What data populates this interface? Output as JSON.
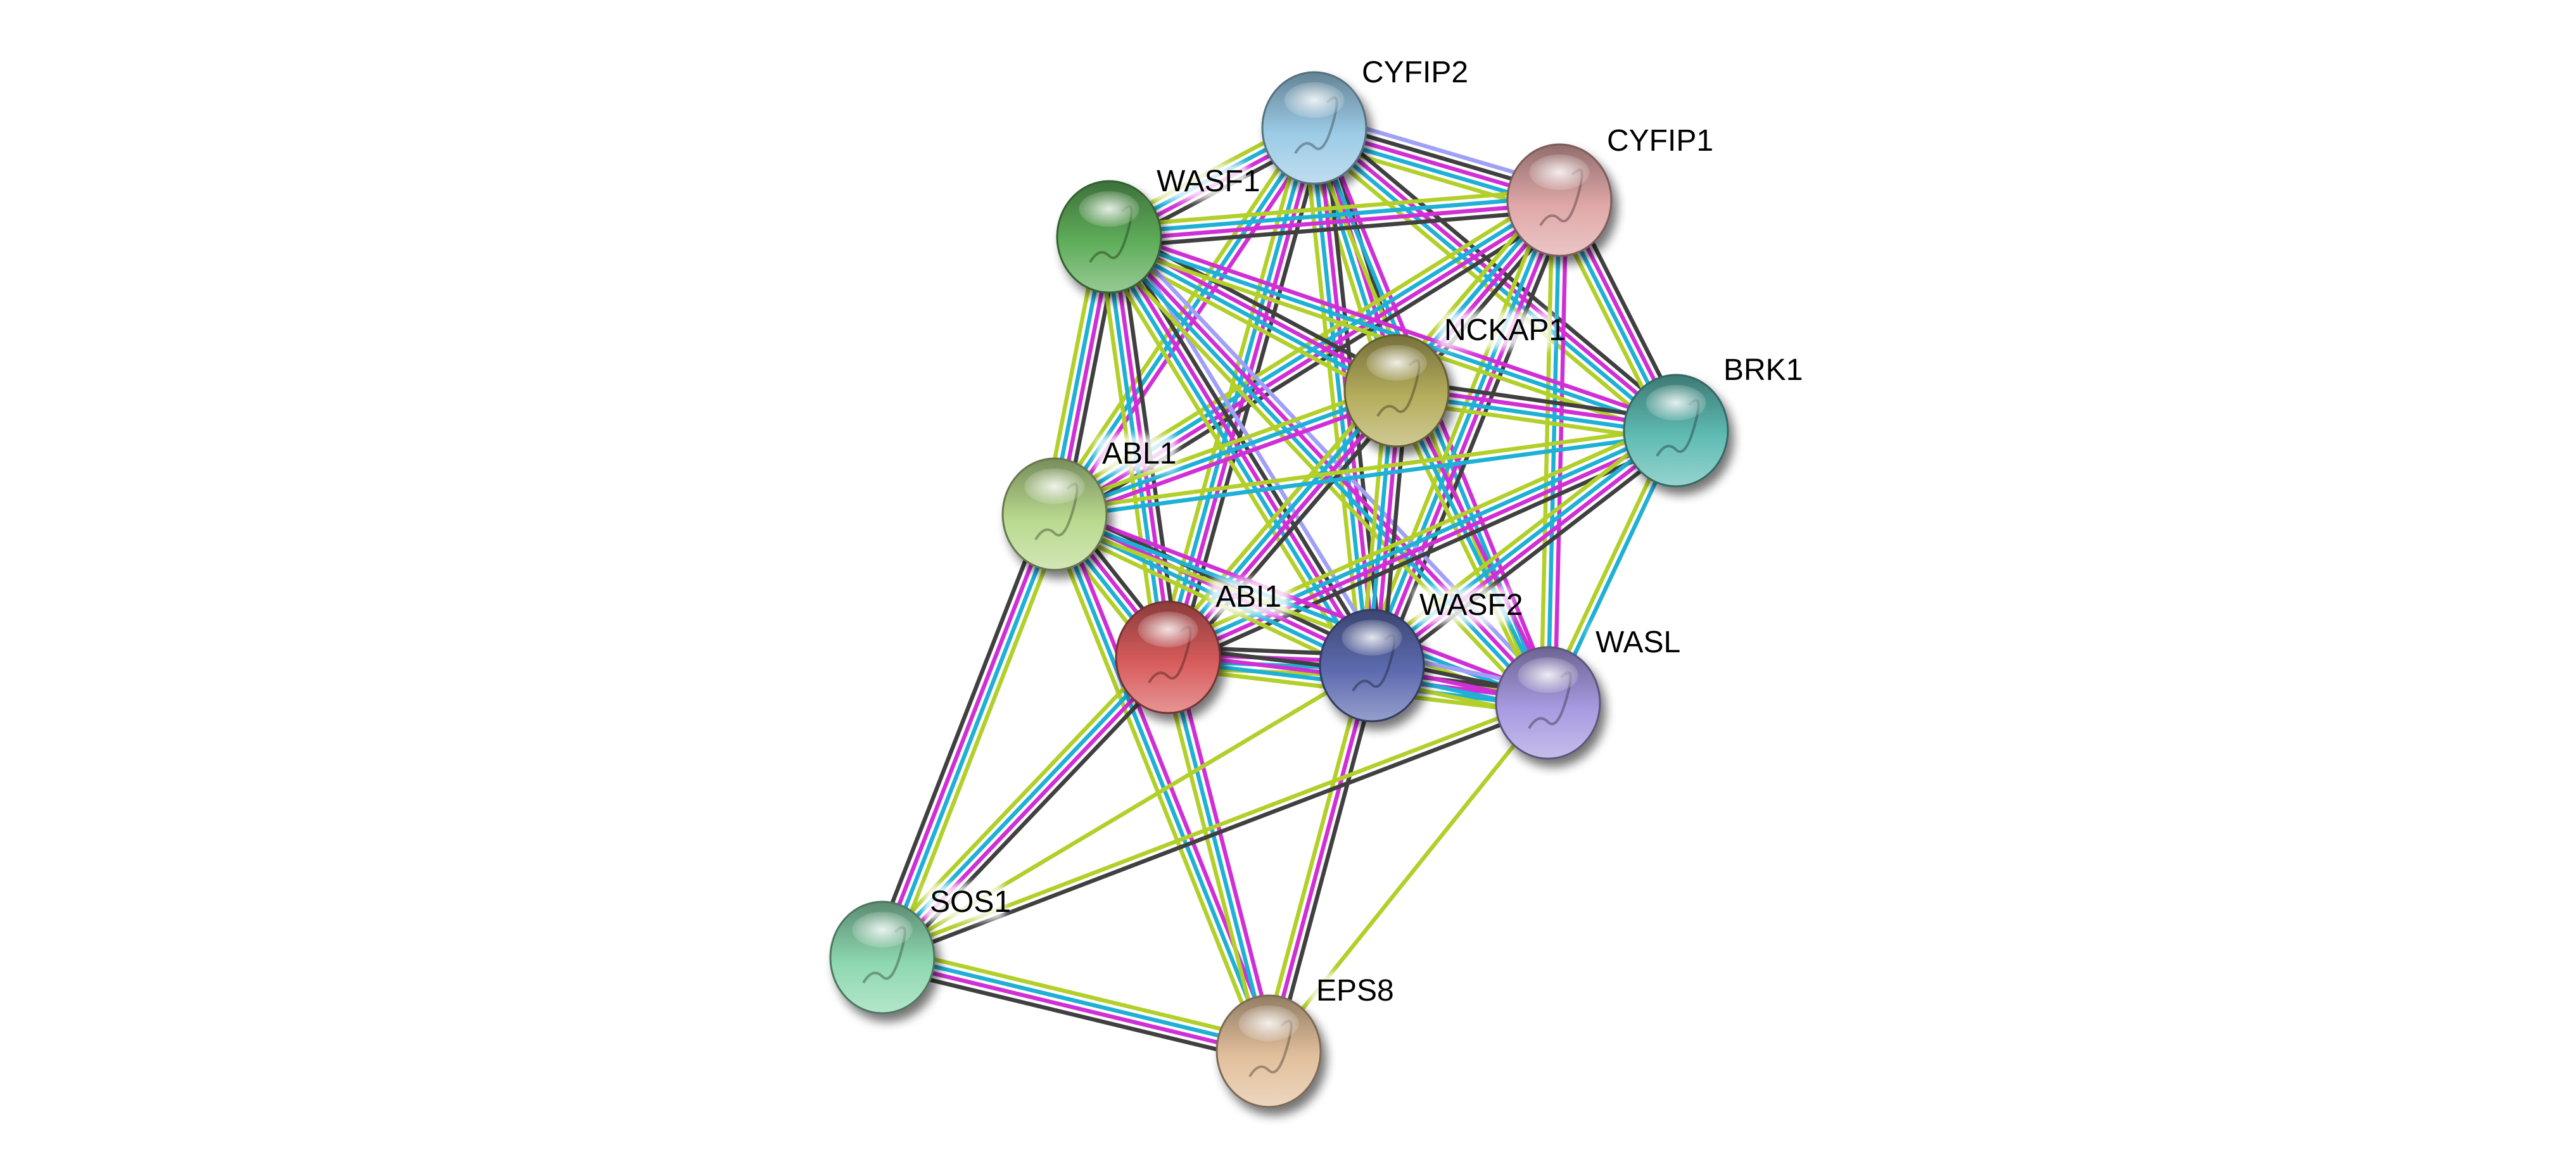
{
  "title": "STRING protein interaction network",
  "edge_colors": {
    "experiments": "#d12fd6",
    "databases": "#1fb0d6",
    "textmining": "#b2cf2a",
    "coexpression": "#404040",
    "homology": "#a0a0f8"
  },
  "nodes": [
    {
      "id": "CYFIP2",
      "label": "CYFIP2",
      "color": "#9ccbe6"
    },
    {
      "id": "CYFIP1",
      "label": "CYFIP1",
      "color": "#e0a8a8"
    },
    {
      "id": "WASF1",
      "label": "WASF1",
      "color": "#5fae5a"
    },
    {
      "id": "NCKAP1",
      "label": "NCKAP1",
      "color": "#b5ad5c"
    },
    {
      "id": "BRK1",
      "label": "BRK1",
      "color": "#5fbcb4"
    },
    {
      "id": "ABL1",
      "label": "ABL1",
      "color": "#b9d98e"
    },
    {
      "id": "ABI1",
      "label": "ABI1",
      "color": "#d85c5c"
    },
    {
      "id": "WASF2",
      "label": "WASF2",
      "color": "#5d6bb0"
    },
    {
      "id": "WASL",
      "label": "WASL",
      "color": "#a89ae0"
    },
    {
      "id": "SOS1",
      "label": "SOS1",
      "color": "#8dd8b0"
    },
    {
      "id": "EPS8",
      "label": "EPS8",
      "color": "#e2c09c"
    }
  ],
  "edges": [
    {
      "source": "CYFIP2",
      "target": "CYFIP1",
      "channels": [
        "homology",
        "coexpression",
        "experiments",
        "databases",
        "textmining"
      ]
    },
    {
      "source": "CYFIP2",
      "target": "WASF1",
      "channels": [
        "coexpression",
        "experiments",
        "databases",
        "textmining"
      ]
    },
    {
      "source": "CYFIP2",
      "target": "NCKAP1",
      "channels": [
        "coexpression",
        "experiments",
        "databases",
        "textmining"
      ]
    },
    {
      "source": "CYFIP2",
      "target": "BRK1",
      "channels": [
        "coexpression",
        "experiments",
        "databases",
        "textmining"
      ]
    },
    {
      "source": "CYFIP2",
      "target": "ABL1",
      "channels": [
        "experiments",
        "databases",
        "textmining"
      ]
    },
    {
      "source": "CYFIP2",
      "target": "ABI1",
      "channels": [
        "coexpression",
        "experiments",
        "databases",
        "textmining"
      ]
    },
    {
      "source": "CYFIP2",
      "target": "WASF2",
      "channels": [
        "coexpression",
        "experiments",
        "databases",
        "textmining"
      ]
    },
    {
      "source": "CYFIP2",
      "target": "WASL",
      "channels": [
        "experiments",
        "databases",
        "textmining"
      ]
    },
    {
      "source": "CYFIP1",
      "target": "WASF1",
      "channels": [
        "coexpression",
        "experiments",
        "databases",
        "textmining"
      ]
    },
    {
      "source": "CYFIP1",
      "target": "NCKAP1",
      "channels": [
        "coexpression",
        "experiments",
        "databases",
        "textmining"
      ]
    },
    {
      "source": "CYFIP1",
      "target": "BRK1",
      "channels": [
        "coexpression",
        "experiments",
        "databases",
        "textmining"
      ]
    },
    {
      "source": "CYFIP1",
      "target": "ABL1",
      "channels": [
        "coexpression",
        "experiments",
        "databases",
        "textmining"
      ]
    },
    {
      "source": "CYFIP1",
      "target": "ABI1",
      "channels": [
        "coexpression",
        "experiments",
        "databases",
        "textmining"
      ]
    },
    {
      "source": "CYFIP1",
      "target": "WASF2",
      "channels": [
        "coexpression",
        "experiments",
        "databases",
        "textmining"
      ]
    },
    {
      "source": "CYFIP1",
      "target": "WASL",
      "channels": [
        "experiments",
        "databases",
        "textmining"
      ]
    },
    {
      "source": "WASF1",
      "target": "NCKAP1",
      "channels": [
        "coexpression",
        "experiments",
        "databases",
        "textmining"
      ]
    },
    {
      "source": "WASF1",
      "target": "BRK1",
      "channels": [
        "experiments",
        "databases",
        "textmining"
      ]
    },
    {
      "source": "WASF1",
      "target": "ABL1",
      "channels": [
        "coexpression",
        "experiments",
        "databases",
        "textmining"
      ]
    },
    {
      "source": "WASF1",
      "target": "ABI1",
      "channels": [
        "coexpression",
        "experiments",
        "databases",
        "textmining"
      ]
    },
    {
      "source": "WASF1",
      "target": "WASF2",
      "channels": [
        "homology",
        "coexpression",
        "experiments",
        "databases",
        "textmining"
      ]
    },
    {
      "source": "WASF1",
      "target": "WASL",
      "channels": [
        "homology",
        "experiments",
        "databases",
        "textmining"
      ]
    },
    {
      "source": "NCKAP1",
      "target": "BRK1",
      "channels": [
        "coexpression",
        "experiments",
        "databases",
        "textmining"
      ]
    },
    {
      "source": "NCKAP1",
      "target": "ABL1",
      "channels": [
        "experiments",
        "databases",
        "textmining"
      ]
    },
    {
      "source": "NCKAP1",
      "target": "ABI1",
      "channels": [
        "coexpression",
        "experiments",
        "databases",
        "textmining"
      ]
    },
    {
      "source": "NCKAP1",
      "target": "WASF2",
      "channels": [
        "coexpression",
        "experiments",
        "databases",
        "textmining"
      ]
    },
    {
      "source": "NCKAP1",
      "target": "WASL",
      "channels": [
        "experiments",
        "databases",
        "textmining"
      ]
    },
    {
      "source": "BRK1",
      "target": "ABL1",
      "channels": [
        "databases",
        "textmining"
      ]
    },
    {
      "source": "BRK1",
      "target": "ABI1",
      "channels": [
        "coexpression",
        "experiments",
        "databases",
        "textmining"
      ]
    },
    {
      "source": "BRK1",
      "target": "WASF2",
      "channels": [
        "coexpression",
        "experiments",
        "databases",
        "textmining"
      ]
    },
    {
      "source": "BRK1",
      "target": "WASL",
      "channels": [
        "databases",
        "textmining"
      ]
    },
    {
      "source": "ABL1",
      "target": "ABI1",
      "channels": [
        "coexpression",
        "experiments",
        "databases",
        "textmining"
      ]
    },
    {
      "source": "ABL1",
      "target": "WASF2",
      "channels": [
        "coexpression",
        "experiments",
        "databases",
        "textmining"
      ]
    },
    {
      "source": "ABL1",
      "target": "WASL",
      "channels": [
        "experiments",
        "databases",
        "textmining"
      ]
    },
    {
      "source": "ABL1",
      "target": "SOS1",
      "channels": [
        "textmining",
        "databases",
        "experiments",
        "coexpression"
      ]
    },
    {
      "source": "ABL1",
      "target": "EPS8",
      "channels": [
        "experiments",
        "databases",
        "textmining"
      ]
    },
    {
      "source": "ABI1",
      "target": "WASF2",
      "channels": [
        "coexpression",
        "experiments",
        "databases",
        "textmining"
      ]
    },
    {
      "source": "ABI1",
      "target": "WASL",
      "channels": [
        "coexpression",
        "experiments",
        "databases",
        "textmining"
      ]
    },
    {
      "source": "ABI1",
      "target": "SOS1",
      "channels": [
        "coexpression",
        "experiments",
        "databases",
        "textmining"
      ]
    },
    {
      "source": "ABI1",
      "target": "EPS8",
      "channels": [
        "experiments",
        "databases",
        "textmining"
      ]
    },
    {
      "source": "WASF2",
      "target": "WASL",
      "channels": [
        "homology",
        "coexpression",
        "experiments",
        "databases",
        "textmining"
      ]
    },
    {
      "source": "WASF2",
      "target": "SOS1",
      "channels": [
        "textmining"
      ]
    },
    {
      "source": "WASF2",
      "target": "EPS8",
      "channels": [
        "coexpression",
        "experiments",
        "textmining"
      ]
    },
    {
      "source": "WASL",
      "target": "SOS1",
      "channels": [
        "coexpression",
        "textmining"
      ]
    },
    {
      "source": "WASL",
      "target": "EPS8",
      "channels": [
        "textmining"
      ]
    },
    {
      "source": "SOS1",
      "target": "EPS8",
      "channels": [
        "textmining",
        "databases",
        "experiments",
        "coexpression"
      ]
    }
  ]
}
